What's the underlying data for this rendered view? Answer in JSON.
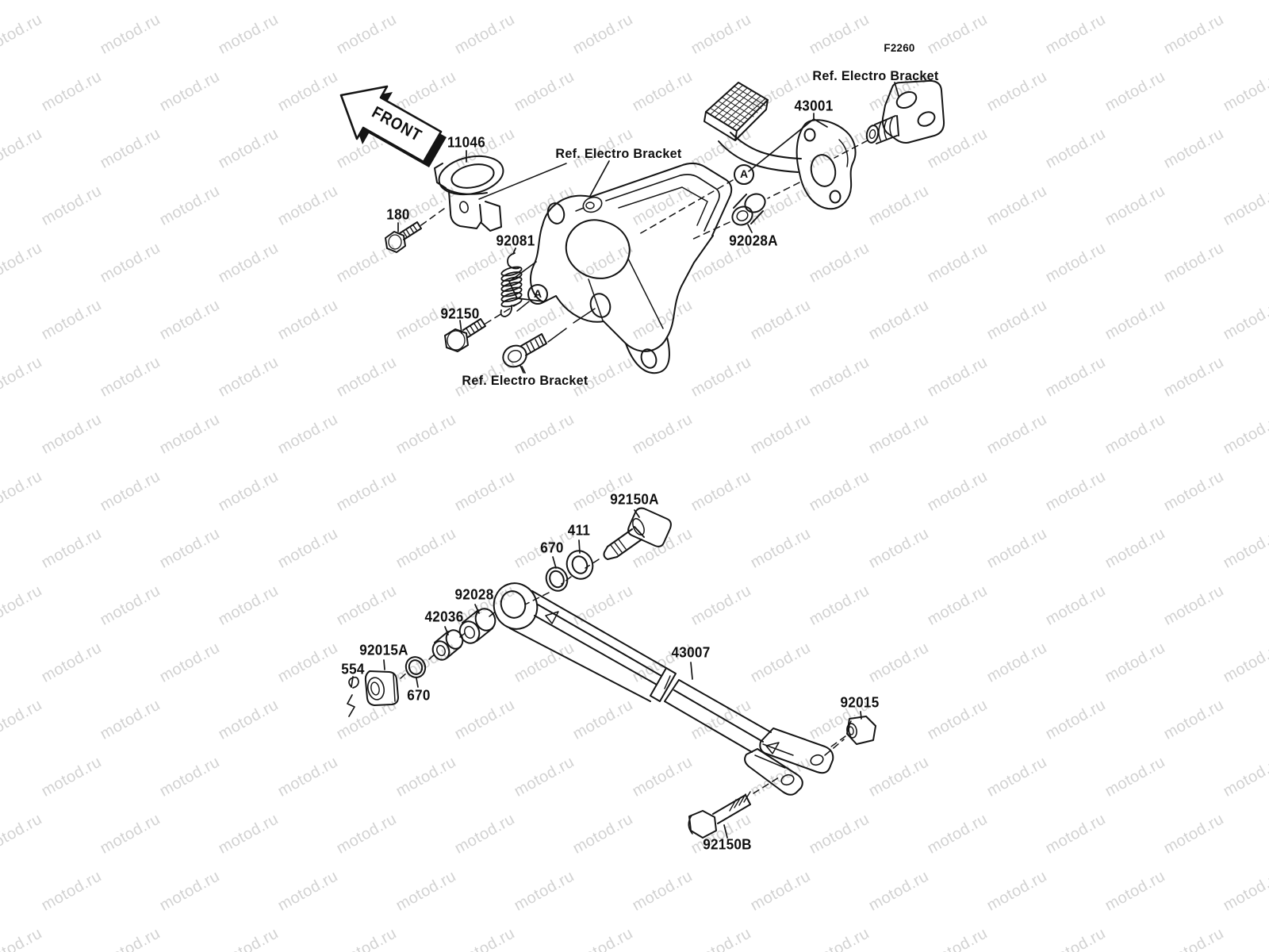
{
  "watermark": {
    "text": "motod.ru",
    "color": "#d2d2d2"
  },
  "diagram": {
    "figure_code": "F2260",
    "front_label": "FRONT",
    "ref_bracket_label": "Ref. Electro Bracket",
    "callout_a": "A",
    "ink_color": "#141414",
    "parts": {
      "p11046": "11046",
      "p180": "180",
      "p92081": "92081",
      "p92150": "92150",
      "p43001": "43001",
      "p92028a": "92028A",
      "p92150a": "92150A",
      "p411": "411",
      "p670_upper": "670",
      "p92028": "92028",
      "p42036": "42036",
      "p92015a": "92015A",
      "p554": "554",
      "p670_lower": "670",
      "p43007": "43007",
      "p92015": "92015",
      "p92150b": "92150B"
    }
  }
}
